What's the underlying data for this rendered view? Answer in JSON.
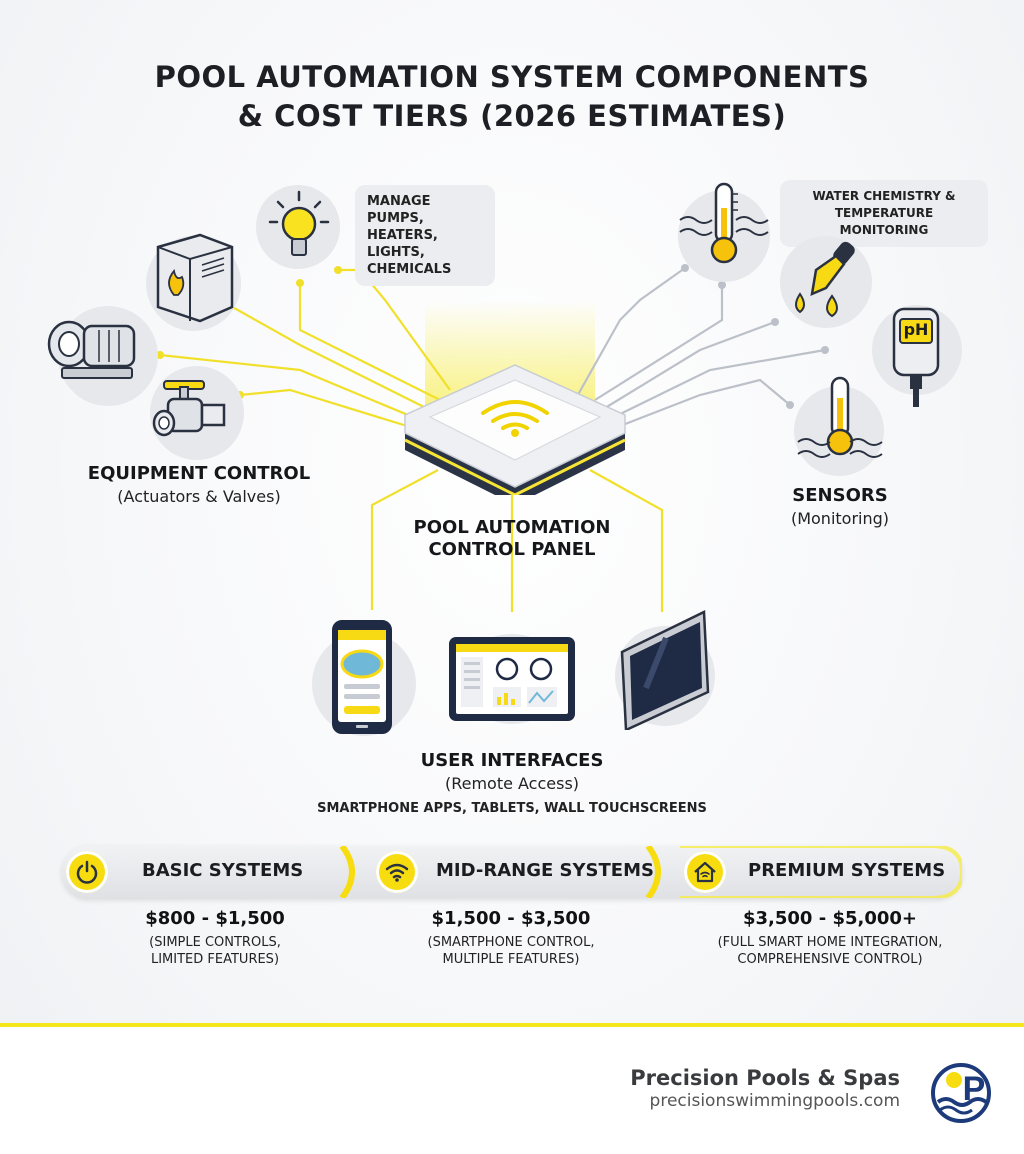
{
  "title": {
    "line1": "POOL AUTOMATION SYSTEM COMPONENTS",
    "line2": "& COST TIERS (2026 ESTIMATES)"
  },
  "callouts": {
    "manage_line1": "MANAGE PUMPS,",
    "manage_line2": "HEATERS, LIGHTS,",
    "manage_line3": "CHEMICALS",
    "water_line1": "WATER CHEMISTRY &",
    "water_line2": "TEMPERATURE MONITORING",
    "ph_label": "pH"
  },
  "groups": {
    "equipment_title": "EQUIPMENT CONTROL",
    "equipment_sub": "(Actuators & Valves)",
    "sensors_title": "SENSORS",
    "sensors_sub": "(Monitoring)",
    "panel_line1": "POOL AUTOMATION",
    "panel_line2": "CONTROL PANEL",
    "ui_title": "USER INTERFACES",
    "ui_sub": "(Remote Access)",
    "ui_note": "SMARTPHONE APPS, TABLETS, WALL TOUCHSCREENS"
  },
  "tiers": [
    {
      "name": "BASIC SYSTEMS",
      "price": "$800 - $1,500",
      "desc1": "(SIMPLE CONTROLS,",
      "desc2": "LIMITED FEATURES)",
      "icon": "power-icon"
    },
    {
      "name": "MID-RANGE SYSTEMS",
      "price": "$1,500 - $3,500",
      "desc1": "(SMARTPHONE CONTROL,",
      "desc2": "MULTIPLE FEATURES)",
      "icon": "wifi-icon"
    },
    {
      "name": "PREMIUM SYSTEMS",
      "price": "$3,500 - $5,000+",
      "desc1": "(FULL SMART HOME INTEGRATION,",
      "desc2": "COMPREHENSIVE CONTROL)",
      "icon": "smart-home-icon"
    }
  ],
  "brand": {
    "name": "Precision Pools & Spas",
    "url": "precisionswimmingpools.com",
    "logo_letter": "P"
  },
  "colors": {
    "accent": "#f4e71a",
    "dark": "#1d2a4a",
    "wire_gray": "#b9bec6"
  }
}
